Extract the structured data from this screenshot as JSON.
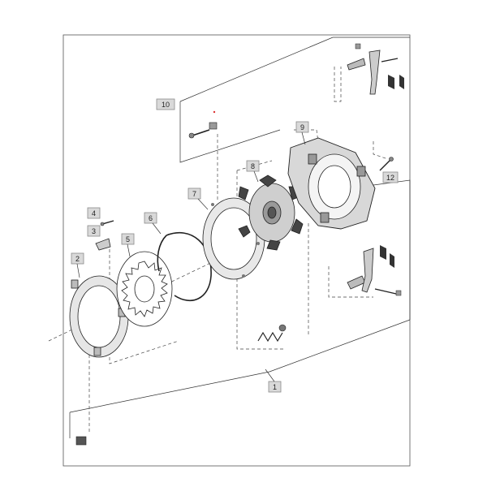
{
  "diagram": {
    "callouts": [
      {
        "id": "c1",
        "label": "1"
      },
      {
        "id": "c2",
        "label": "2"
      },
      {
        "id": "c3",
        "label": "3"
      },
      {
        "id": "c4",
        "label": "4"
      },
      {
        "id": "c5",
        "label": "5"
      },
      {
        "id": "c6",
        "label": "6"
      },
      {
        "id": "c7",
        "label": "7"
      },
      {
        "id": "c8",
        "label": "8"
      },
      {
        "id": "c9",
        "label": "9"
      },
      {
        "id": "c10",
        "label": "10"
      },
      {
        "id": "c12",
        "label": "12"
      }
    ]
  }
}
